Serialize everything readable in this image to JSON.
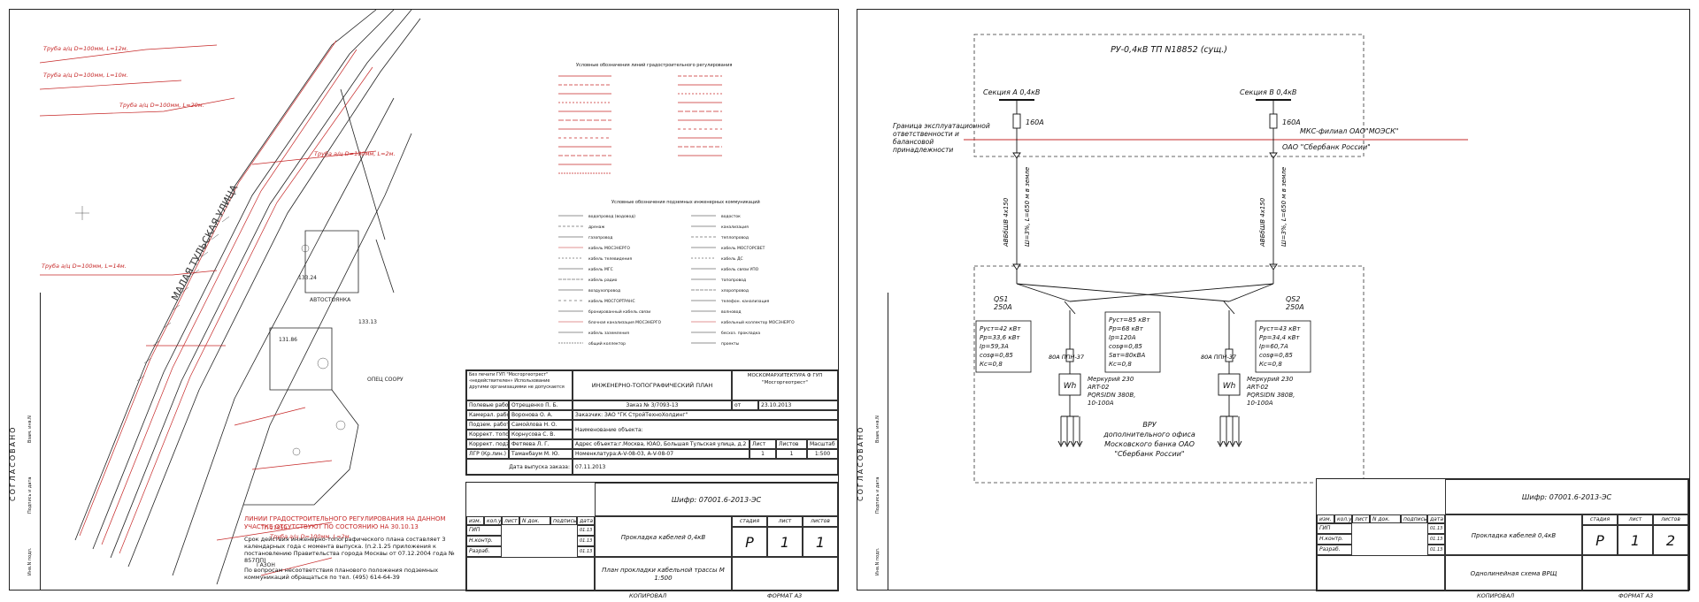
{
  "left_sheet": {
    "pipe_labels": [
      "Труба а/ц D=100мм, L=12м.",
      "Труба а/ц D=100мм, L=10м.",
      "Труба а/ц D=100мм, L=20м.",
      "Труба а/ц D=100мм, L=2м.",
      "Труба а/ц D=100мм, L=14м.",
      "Труба а/ц D=100мм, L=2м."
    ],
    "street_name": "МАЛАЯ ТУЛЬСКАЯ УЛИЦА",
    "map_labels": {
      "tp": "ТП 21850",
      "parking": "АВТОСТОЯНКА",
      "lawn": "ГАЗОН",
      "elev": "133.24",
      "elev2": "131.86",
      "elev3": "133.13",
      "opori": "ОПЕЦ СООРУ"
    },
    "legend_title_1": "Условные обозначения линий градостроительного регулирования",
    "legend_title_2": "Условные обозначения подземных инженерных коммуникаций",
    "legend_left_items": [
      "водопровод (водовод)",
      "дренаж",
      "газопровод",
      "кабель МОСЭНЕРГО",
      "кабель телевидения",
      "кабель МГС",
      "кабель радио",
      "воздухопровод",
      "кабель МОСГОРТРАНС",
      "бронированный кабель связи",
      "блочная канализация МОСЭНЕРГО",
      "кабель заземления",
      "общий коллектор"
    ],
    "legend_right_items": [
      "водосток",
      "канализация",
      "теплопровод",
      "кабель МОСГОРСВЕТ",
      "кабель ДС",
      "кабель связи УПО",
      "топопровод",
      "хлоропровод",
      "телефон. канализация",
      "волновод",
      "кабельный коллектор МОСЭНЕРГО",
      "бесхоз. прокладка",
      "проекты"
    ],
    "regulation_note_title": "ЛИНИИ ГРАДОСТРОИТЕЛЬНОГО РЕГУЛИРОВАНИЯ НА ДАННОМ УЧАСТКЕ ОТСУТСТВУЮТ ПО СОСТОЯНИЮ НА 30.10.13",
    "regulation_note_1": "Срок действия инженерно-топографического плана составляет 3 календарных года с момента выпуска. (п.2.1.25 приложения к постановлению Правительства города Москвы от 07.12.2004 года № 857ПП)",
    "regulation_note_2": "По вопросам несоответствия планового положения подземных коммуникаций обращаться по тел. (495) 614-64-39",
    "vertical_label": "СОГЛАСОВАНО",
    "side_labels": [
      "Взам. инв.N",
      "Подпись и дата",
      "Инв.N подл."
    ],
    "stamp": {
      "warn": "Без печати ГУП \"Мосгоргеотрест\" «недействителен» Использование другими организациями не допускается",
      "plan_title": "ИНЖЕНЕРНО-ТОПОГРАФИЧЕСКИЙ ПЛАН",
      "org": "МОСКОМАРХИТЕКТУРА Ф ГУП \"Мосгоргеотрест\"",
      "rows": [
        [
          "Полевые работы",
          "Отрещенко П. Б."
        ],
        [
          "Камерал. работы",
          "Воронова О. А."
        ],
        [
          "Подзем. работы",
          "Самойлова Н. О."
        ],
        [
          "Коррект. топогр.",
          "Корнусова С. В."
        ],
        [
          "Коррект. подзем.",
          "Фетяева Л. Г."
        ],
        [
          "ЛГР (Кр.лин.)",
          "Таманбаум М. Ю."
        ]
      ],
      "order": "Заказ № 3/7093-13",
      "order_date_lbl": "от",
      "order_date": "23.10.2013",
      "customer": "Заказчик: ЗАО \"ГК СтройТехноХолдинг\"",
      "object": "Наименование объекта:",
      "address": "Адрес объекта:г.Москва, ЮАО, Большая Тульская улица, д.2",
      "nomenclature": "Номенклатура:А-V-08-03, А-V-08-07",
      "issue_lbl": "Дата выпуска заказа:",
      "issue_date": "07.11.2013",
      "h_list": "Лист",
      "h_lists": "Листов",
      "h_scale": "Масштаб",
      "v_list": "1",
      "v_lists": "1",
      "v_scale": "1:500"
    },
    "tb": {
      "code": "Шифр: 07001.6-2013-ЭС",
      "hdr": [
        "изм.",
        "кол.уч",
        "лист",
        "N док.",
        "подпись",
        "дата"
      ],
      "roles": [
        "ГИП",
        "Н.контр.",
        "Разраб."
      ],
      "dates": [
        "01.13",
        "01.13",
        "01.13"
      ],
      "work": "Прокладка кабелей 0,4кВ",
      "stage_h": "стадия",
      "list_h": "лист",
      "lists_h": "листов",
      "stage_v": "Р",
      "list_v": "1",
      "lists_v": "1",
      "sheet_title": "План прокладки кабельной трассы М 1:500",
      "copied": "КОПИРОВАЛ",
      "format": "ФОРМАТ А3"
    }
  },
  "right_sheet": {
    "ru_title": "РУ-0,4кВ ТП N18852 (сущ.)",
    "sec_a": "Секция А 0,4кВ",
    "sec_b": "Секция В 0,4кВ",
    "fuse_a": "160А",
    "fuse_b": "160А",
    "boundary": "Граница эксплуатационной ответственности и балансовой принадлежности",
    "mks": "МКС-филиал ОАО\"МОЭСК\"",
    "sber": "ОАО \"Сбербанк России\"",
    "cable_a_1": "АВБбШВ 4х150",
    "cable_a_2": "Ш=3%, L=650 м в земле",
    "cable_b_1": "АВБбШВ 4х150",
    "cable_b_2": "Ш=3%, L=650 м в земле",
    "qs1": "QS1",
    "qs1_a": "250А",
    "qs2": "QS2",
    "qs2_a": "250А",
    "box_left": [
      "Руст=42 кВт",
      "Рр=33,6 кВт",
      "Iр=59,3А",
      "cosφ=0,85",
      "Кс=0,8"
    ],
    "box_mid": [
      "Руст=85 кВт",
      "Рр=68 кВт",
      "Iр=120А",
      "cosφ=0,85",
      "Sвт=80кВА",
      "Кс=0,8"
    ],
    "box_right": [
      "Руст=43 кВт",
      "Рр=34,4 кВт",
      "Iр=60,7А",
      "cosφ=0,85",
      "Кс=0,8"
    ],
    "ta_left": "80А ППН-37",
    "ta_right": "80А ППН-37",
    "meter_sym": "Wh",
    "meter_left": [
      "Меркурий 230",
      "ART-02",
      "PQRSIDN 380В,",
      "10-100А"
    ],
    "meter_right": [
      "Меркурий 230",
      "ART-02",
      "PQRSIDN 380В,",
      "10-100А"
    ],
    "vru": [
      "ВРУ",
      "дополнительного офиса",
      "Московского банка ОАО",
      "\"Сбербанк России\""
    ],
    "vertical_label": "СОГЛАСОВАНО",
    "side_labels": [
      "Взам. инв.N",
      "Подпись и дата",
      "Инв.N подл."
    ],
    "tb": {
      "code": "Шифр: 07001.6-2013-ЭС",
      "hdr": [
        "изм.",
        "кол.уч",
        "лист",
        "N док.",
        "подпись",
        "дата"
      ],
      "roles": [
        "ГИП",
        "Н.контр.",
        "Разраб."
      ],
      "dates": [
        "01.13",
        "01.13",
        "01.13"
      ],
      "work": "Прокладка кабелей 0,4кВ",
      "stage_h": "стадия",
      "list_h": "лист",
      "lists_h": "листов",
      "stage_v": "Р",
      "list_v": "1",
      "lists_v": "2",
      "sheet_title": "Однолинейная схема ВРЩ",
      "copied": "КОПИРОВАЛ",
      "format": "ФОРМАТ А3"
    }
  }
}
